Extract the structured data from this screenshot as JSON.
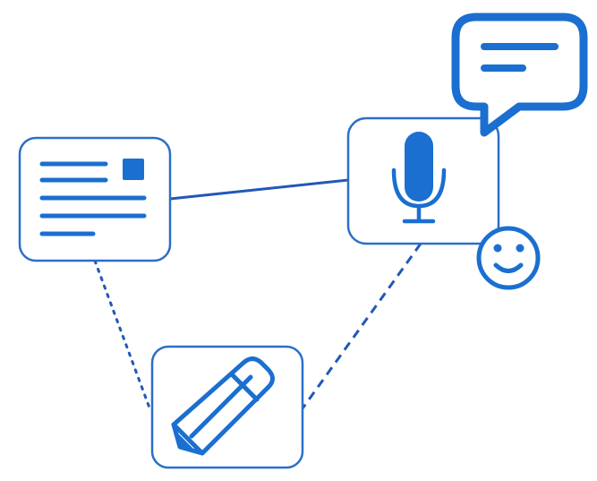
{
  "diagram": {
    "colors": {
      "accent": "#1a6fd0",
      "card_border": "#2a6fc9",
      "connector": "#2158b6",
      "background": "#ffffff"
    },
    "nodes": [
      {
        "id": "document",
        "icon": "document-icon"
      },
      {
        "id": "microphone",
        "icon": "microphone-icon"
      },
      {
        "id": "pencil",
        "icon": "pencil-icon"
      }
    ],
    "decorations": [
      {
        "id": "speech-bubble",
        "icon": "chat-bubble-icon"
      },
      {
        "id": "smiley",
        "icon": "smiley-icon"
      }
    ],
    "edges": [
      {
        "from": "document",
        "to": "microphone",
        "style": "solid"
      },
      {
        "from": "document",
        "to": "pencil",
        "style": "dotted"
      },
      {
        "from": "microphone",
        "to": "pencil",
        "style": "dashed"
      }
    ]
  }
}
